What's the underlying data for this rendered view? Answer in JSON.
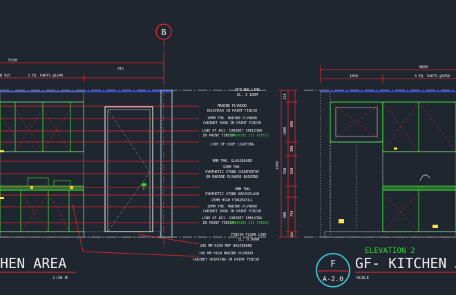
{
  "grid_marker": "B",
  "dimensions": {
    "left_total": "5320",
    "left_parts": "3 EQ. PARTS @1240",
    "left_part_partial": "Ø 925",
    "left_door_gap": "915",
    "right_total": "3800",
    "right_left": "1050",
    "right_parts": "3 EQ. PARTS @1050"
  },
  "vertical_dims": {
    "overall": "2700",
    "segments": [
      "320",
      "800",
      "1000",
      "300",
      "550",
      "650",
      "900",
      "750",
      "100"
    ]
  },
  "annotations": [
    "CEILING LINE",
    "EL: 3 100M",
    "MARINE PLYWOOD",
    "BULKHEAD IN PAINT FINISH",
    "18MM THK. MARINE PLYWOOD",
    "CABINET DOOR IN PAINT FINISH",
    "LINE OF ADJ. CABINET SHELVING",
    "IN PAINT FINISH",
    "(PROVIDE SIS PIECE)",
    "LINE OF COVE LIGHTING",
    "9MM THK. GLASSBOARD",
    "32MM THK.",
    "SYNTHETIC STONE COUNTERTOP",
    "ON MARINE PLYWOOD BACKING",
    "9MM THK.",
    "SYNTHETIC STONE BACKSPLASH",
    "25MM HIGH FINGERPULL",
    "18MM THK. MARINE PLYWOOD",
    "CABINET DOOR IN PAINT FINISH",
    "LINE OF ADJ. CABINET SHELVING",
    "IN PAINT FINISH",
    "(PROVIDE SIS PIECE)",
    "FINISH FLOOR LINE",
    "EL: 0.000M",
    "100 MM HIGH MDF BASEBOARD",
    "100 MM HIGH MARINE PLYWOOD",
    "CABINET SKIRTING IN PAINT FINISH"
  ],
  "left_title": "HEN AREA",
  "left_scale": "1:30 M",
  "elevation_label": "ELEVATION 2",
  "section_letter": "F",
  "sheet_number": "A-2.0",
  "right_title": "GF- KITCHEN A",
  "right_scale": "SCALE",
  "colors": {
    "background": "#1f2630",
    "red": "#ff2a2a",
    "green": "#38d238",
    "white": "#f2f2f2",
    "cyan": "#3fc4d8",
    "yellow": "#ffe24a",
    "blue": "#2846ff"
  }
}
